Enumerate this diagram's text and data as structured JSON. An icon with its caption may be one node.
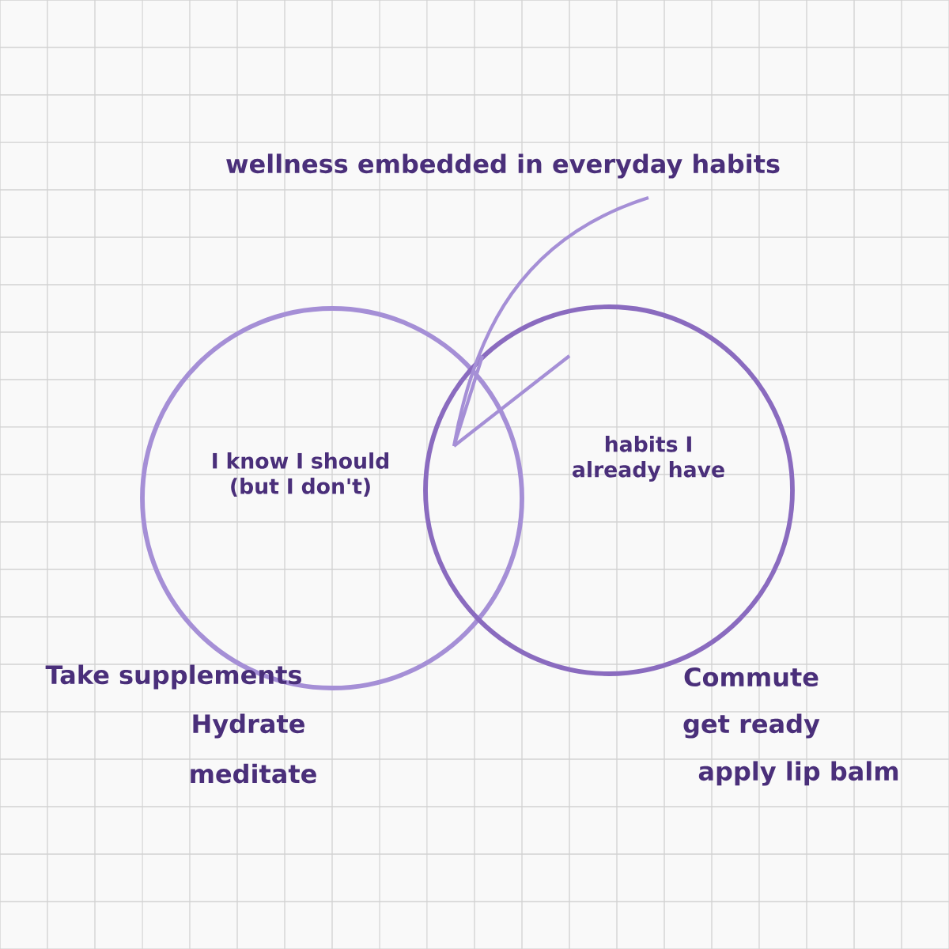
{
  "diagram": {
    "nodes": [
      {
        "text": [
          "I know I should (but I don't)"
        ]
      },
      {
        "text": [
          "habits I already have"
        ]
      }
    ],
    "labels": [
      "wellness embedded in everyday habits",
      "Take supplements",
      "Hydrate",
      "meditate",
      "Commute",
      "get ready",
      "apply lip balm"
    ]
  }
}
